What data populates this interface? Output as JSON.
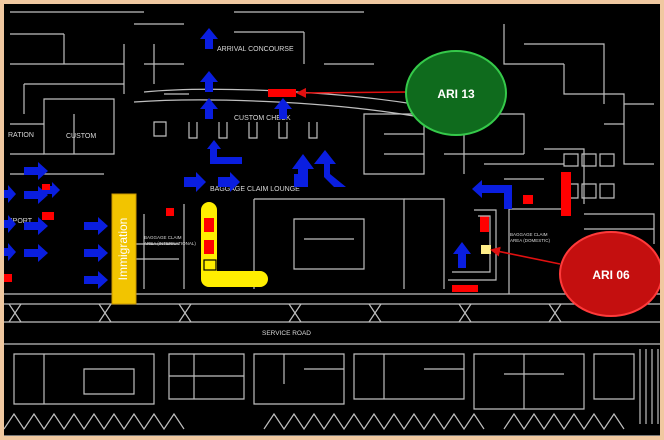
{
  "map": {
    "labels": {
      "arrival_concourse": "ARRIVAL CONCOURSE",
      "custom_check": "CUSTOM CHECK",
      "baggage_claim_lounge": "BAGGAGE CLAIM LOUNGE",
      "custom": "CUSTOM",
      "immigration_left": "RATION",
      "passport": "SPORT",
      "service_road": "SERVICE ROAD",
      "baggage_claim_international_1": "BAGGAGE CLAIM",
      "baggage_claim_international_2": "AREA (INTERNATIONAL)",
      "baggage_claim_domestic_1": "BAGGAGE CLAIM",
      "baggage_claim_domestic_2": "AREA (DOMESTIC)"
    },
    "immigration_banner": "Immigration",
    "markers": [
      {
        "id": "ari13",
        "label": "ARI 13",
        "color": "#0f6b1d",
        "border": "#35c94a"
      },
      {
        "id": "ari06",
        "label": "ARI 06",
        "color": "#c40f0f",
        "border": "#ff3a3a"
      }
    ],
    "colors": {
      "background": "#000000",
      "frame": "#f0c8a0",
      "wall": "#bfbfbf",
      "arrow": "#0a1ee0",
      "pointer": "#e01010",
      "highlight_path": "#ffee00",
      "banner_fill": "#f2c400",
      "red_block": "#ff0000"
    },
    "icons": [
      "up-arrow-icon",
      "right-arrow-icon",
      "turn-arrow-icon",
      "pointer-arrow-icon"
    ]
  }
}
